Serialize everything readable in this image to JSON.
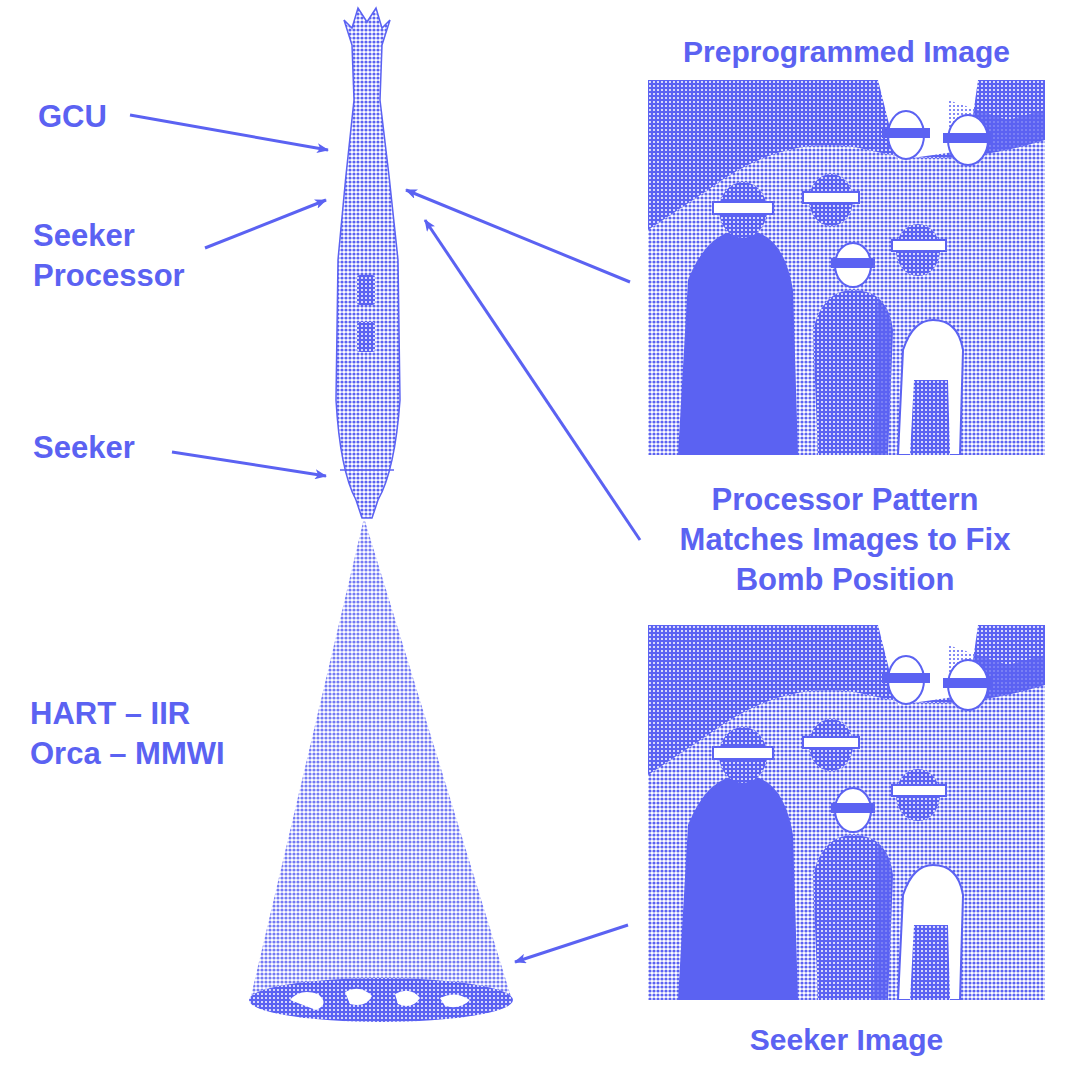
{
  "diagram": {
    "nodes": [
      {
        "text": [
          "Preprogrammed Image"
        ]
      },
      {
        "text": [
          "Seeker Image"
        ]
      }
    ],
    "labels": [
      "GCU",
      "Seeker Processor",
      "Seeker",
      "HART – IIR",
      "Orca – MMWI",
      "Processor Pattern Matches Images to Fix Bomb Position"
    ]
  }
}
